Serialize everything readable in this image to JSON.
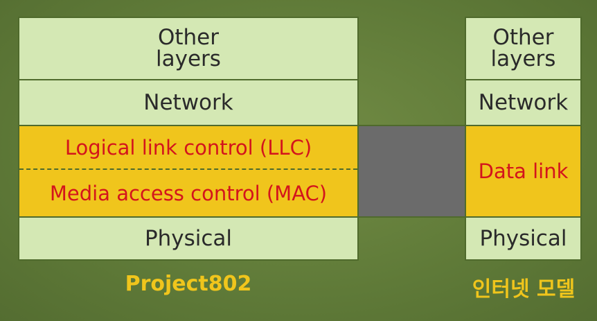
{
  "left_stack": {
    "other_line1": "Other",
    "other_line2": "layers",
    "network": "Network",
    "llc": "Logical link control (LLC)",
    "mac": "Media access control (MAC)",
    "physical": "Physical",
    "caption": "Project802"
  },
  "right_stack": {
    "other_line1": "Other",
    "other_line2": "layers",
    "network": "Network",
    "data_link": "Data link",
    "physical": "Physical",
    "caption": "인터넷 모델"
  },
  "colors": {
    "background": "#5f7a38",
    "layer_fill": "#d4e8b4",
    "data_link_fill": "#f0c51c",
    "data_link_text": "#d3141c",
    "bridge_fill": "#6b6b6b",
    "caption_text": "#f0c51c"
  }
}
